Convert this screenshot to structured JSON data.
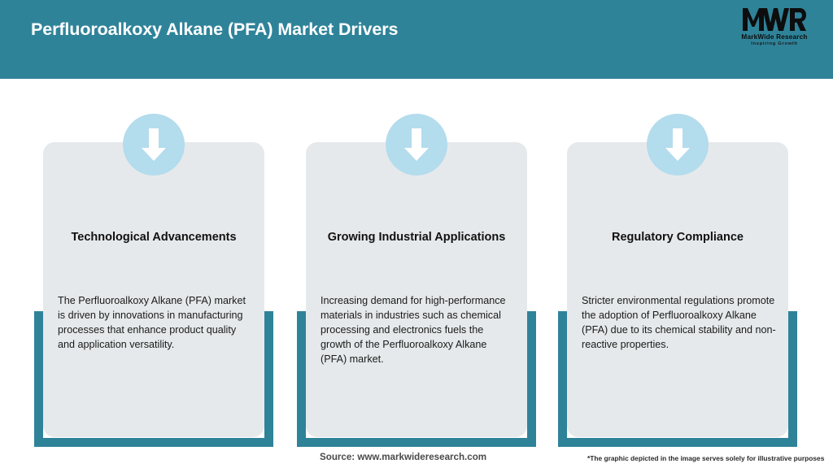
{
  "header": {
    "title": "Perfluoroalkoxy Alkane (PFA) Market Drivers",
    "bar_color": "#2f8399",
    "title_color": "#ffffff"
  },
  "logo": {
    "mark": "MWR",
    "company": "MarkWide Research",
    "tagline": "Inspiring Growth"
  },
  "theme": {
    "accent": "#2f8399",
    "card_bg": "#e6e9eb",
    "icon_circle": "#b3dced",
    "arrow": "#ffffff"
  },
  "cards": [
    {
      "icon": "arrow-down-icon",
      "title": "Technological Advancements",
      "body": "The Perfluoroalkoxy Alkane (PFA) market is driven by innovations in manufacturing processes that enhance product quality and application versatility."
    },
    {
      "icon": "arrow-down-icon",
      "title": "Growing Industrial Applications",
      "body": "Increasing demand for high-performance materials in industries such as chemical processing and electronics fuels the growth of the Perfluoroalkoxy Alkane (PFA) market."
    },
    {
      "icon": "arrow-down-icon",
      "title": "Regulatory Compliance",
      "body": "Stricter environmental regulations promote the adoption of Perfluoroalkoxy Alkane (PFA) due to its chemical stability and non-reactive properties."
    }
  ],
  "footer": {
    "source": "Source: www.markwideresearch.com",
    "disclaimer": "*The graphic depicted in the image serves solely for illustrative purposes"
  }
}
